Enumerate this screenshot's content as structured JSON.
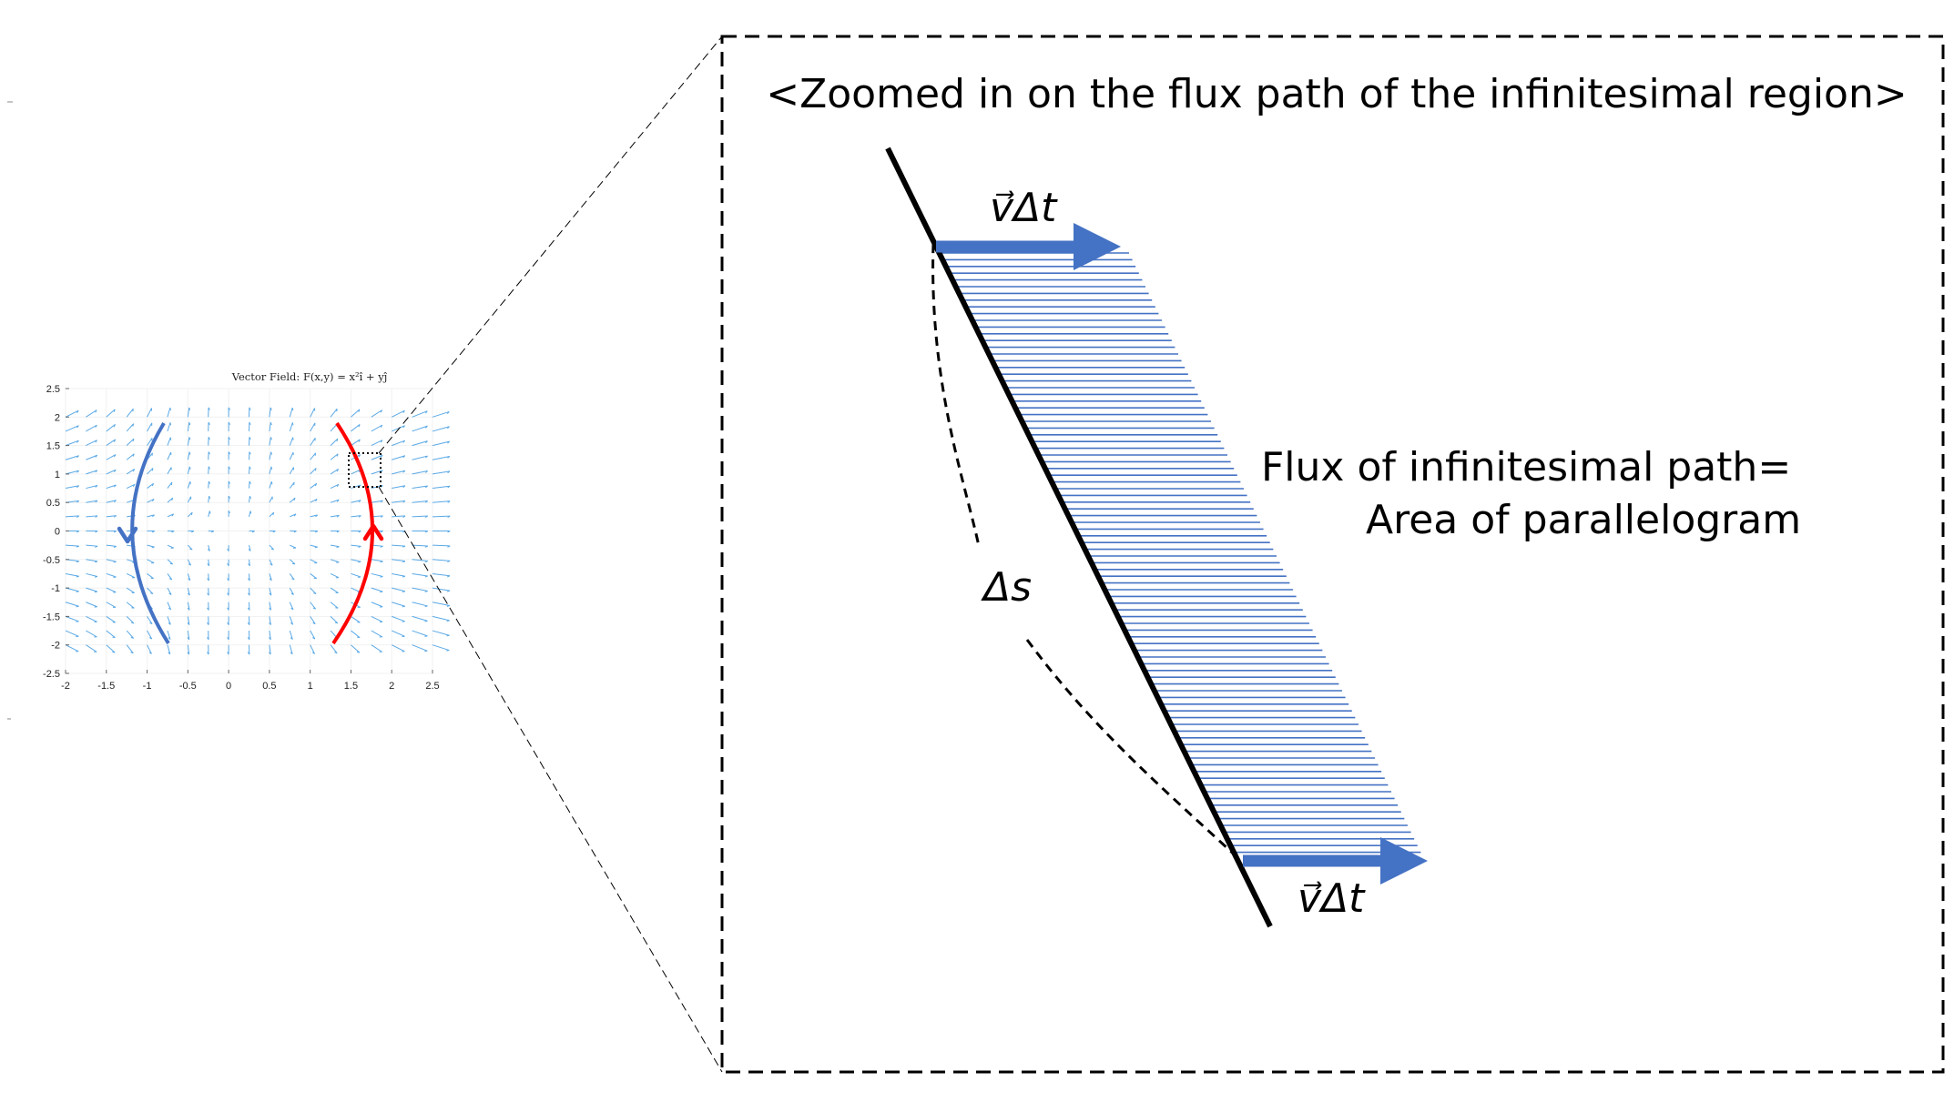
{
  "mini_plot": {
    "title": "Vector Field: F(x,y) = x²î + yĵ",
    "x_ticks": [
      "-2",
      "-1.5",
      "-1",
      "-0.5",
      "0",
      "0.5",
      "1",
      "1.5",
      "2",
      "2.5"
    ],
    "y_ticks": [
      "2.5",
      "2",
      "1.5",
      "1",
      "0.5",
      "0",
      "-0.5",
      "-1",
      "-1.5",
      "-2",
      "-2.5"
    ],
    "xlim": [
      -2,
      2.5
    ],
    "ylim": [
      -2.5,
      2.5
    ],
    "field_color": "#5aa9e6",
    "left_curve_color": "#4472c4",
    "right_curve_color": "#ff0000"
  },
  "zoom_panel": {
    "title": "<Zoomed in on the flux path of the infinitesimal region>",
    "flux_line1": "Flux of infinitesimal path=",
    "flux_line2": "Area of parallelogram",
    "ds_label": "Δs",
    "v_top_label": "v⃗Δt",
    "v_bottom_label": "v⃗Δt",
    "arrow_color": "#4472c4",
    "hatch_color": "#4472c4"
  }
}
